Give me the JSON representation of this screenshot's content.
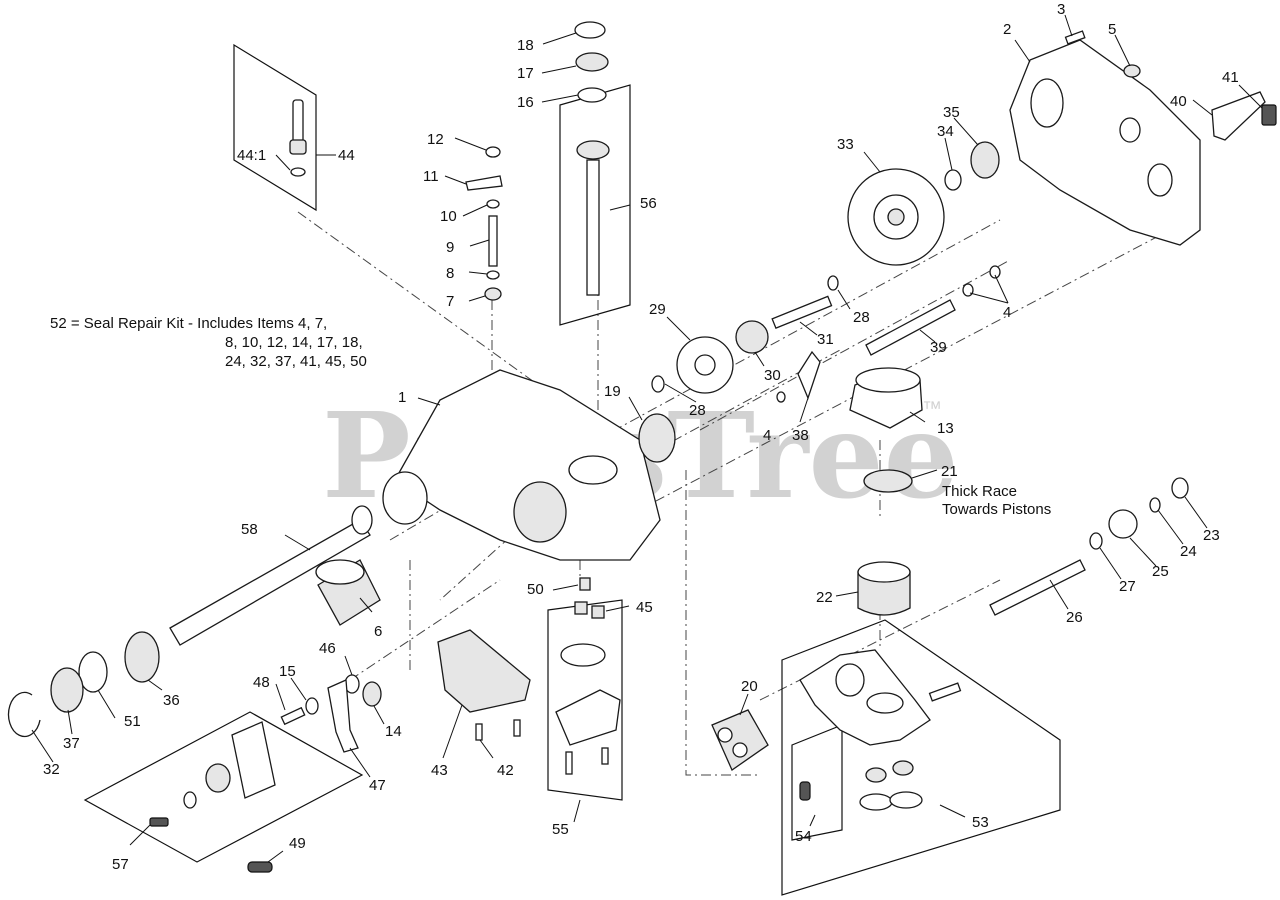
{
  "diagram": {
    "watermark": "PartsTree",
    "trademark": "™",
    "note_lines": [
      "52 = Seal Repair Kit - Includes Items 4, 7,",
      "8, 10, 12, 14, 17, 18,",
      "24, 32, 37, 41, 45, 50"
    ],
    "callout_21_lines": [
      "Thick Race",
      "Towards Pistons"
    ],
    "labels": {
      "l1": "1",
      "l2": "2",
      "l3": "3",
      "l4a": "4",
      "l4b": "4",
      "l5": "5",
      "l6": "6",
      "l7": "7",
      "l8": "8",
      "l9": "9",
      "l10": "10",
      "l11": "11",
      "l12": "12",
      "l13": "13",
      "l14": "14",
      "l15": "15",
      "l16": "16",
      "l17": "17",
      "l18": "18",
      "l19": "19",
      "l20": "20",
      "l21": "21",
      "l22": "22",
      "l23": "23",
      "l24": "24",
      "l25": "25",
      "l26": "26",
      "l27": "27",
      "l28a": "28",
      "l28b": "28",
      "l29": "29",
      "l30": "30",
      "l31": "31",
      "l32": "32",
      "l33": "33",
      "l34": "34",
      "l35": "35",
      "l36": "36",
      "l37": "37",
      "l38": "38",
      "l39": "39",
      "l40": "40",
      "l41": "41",
      "l42": "42",
      "l43": "43",
      "l44": "44",
      "l44_1": "44:1",
      "l45": "45",
      "l46": "46",
      "l47": "47",
      "l48": "48",
      "l49": "49",
      "l50": "50",
      "l51": "51",
      "l53": "53",
      "l54": "54",
      "l55": "55",
      "l56": "56",
      "l57": "57",
      "l58": "58"
    }
  }
}
